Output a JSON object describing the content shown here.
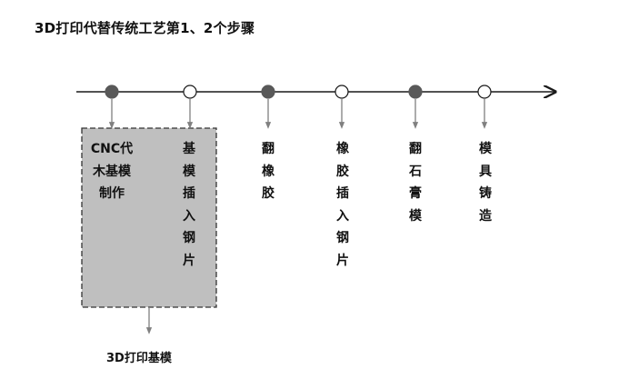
{
  "title": "3D打印代替传统工艺第1、2个步骤",
  "colors": {
    "line": "#1a1a1a",
    "filled_node": "#595959",
    "hollow_node_fill": "#ffffff",
    "connector": "#808080",
    "box_fill": "#bfbfbf",
    "box_border": "#333333"
  },
  "steps": [
    {
      "node": "filled",
      "text": "CNC代木基模制作"
    },
    {
      "node": "hollow",
      "text": "基模插入钢片"
    },
    {
      "node": "filled",
      "text": "翻橡胶"
    },
    {
      "node": "hollow",
      "text": "橡胶插入钢片"
    },
    {
      "node": "filled",
      "text": "翻石膏模"
    },
    {
      "node": "hollow",
      "text": "模具铸造"
    }
  ],
  "replacement_label": "3D打印基模"
}
